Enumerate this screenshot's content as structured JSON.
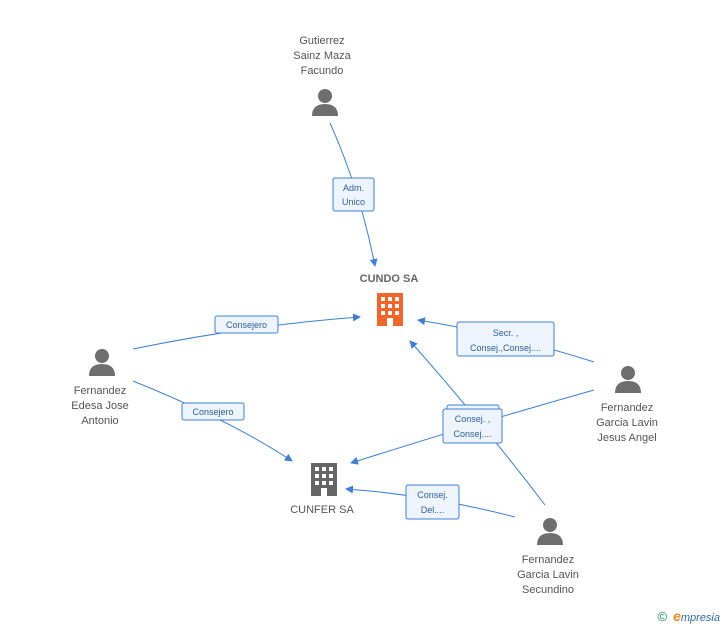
{
  "companies": {
    "cundo": {
      "name": "CUNDO SA",
      "color": "#f4652b"
    },
    "cunfer": {
      "name": "CUNFER SA",
      "color": "#666666"
    }
  },
  "people": {
    "gutierrez": {
      "lines": [
        "Gutierrez",
        "Sainz Maza",
        "Facundo"
      ]
    },
    "edesa": {
      "lines": [
        "Fernandez",
        "Edesa Jose",
        "Antonio"
      ]
    },
    "jesus": {
      "lines": [
        "Fernandez",
        "Garcia Lavin",
        "Jesus Angel"
      ]
    },
    "secundino": {
      "lines": [
        "Fernandez",
        "Garcia Lavin",
        "Secundino"
      ]
    }
  },
  "relations": {
    "gutierrez_cundo": [
      "Adm.",
      "Unico"
    ],
    "edesa_cundo": [
      "Consejero"
    ],
    "edesa_cunfer": [
      "Consejero"
    ],
    "jesus_cundo": [
      "Secr. ,",
      "Consej.,Consej...."
    ],
    "jesus_cunfer": [
      "Consej. ,",
      "Consej...."
    ],
    "secundino_cundo": [
      "Consej.",
      "Consej...."
    ],
    "secundino_cunfer": [
      "Consej.",
      "Del...."
    ]
  },
  "colors": {
    "edge": "#3d80d6",
    "person": "#6e6e6e"
  },
  "footer": {
    "copyright": "©",
    "brand_initial": "e",
    "brand_rest": "mpresia"
  }
}
